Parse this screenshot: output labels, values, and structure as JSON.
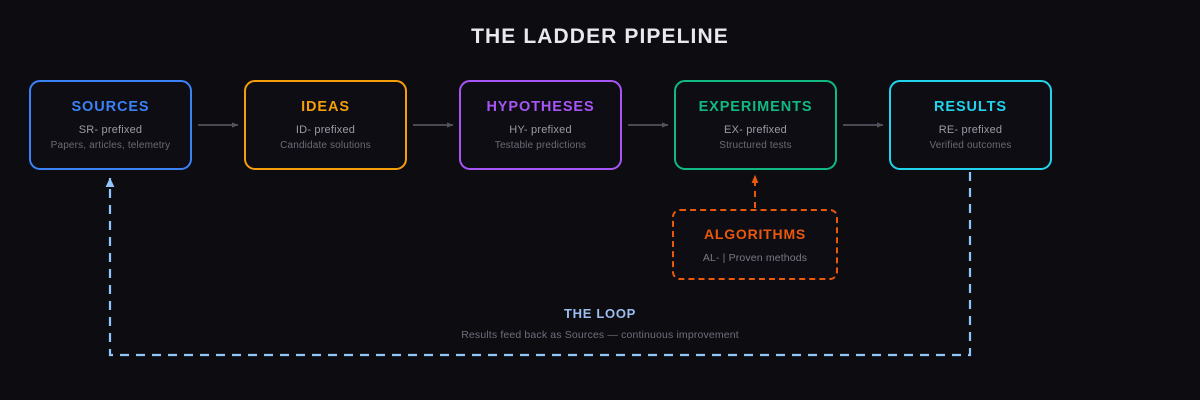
{
  "header": {
    "title": "THE LADDER PIPELINE"
  },
  "colors": {
    "background": "#0c0c11",
    "title": "#e8e8ef",
    "arrow": "#52525e",
    "loop_line": "#93c5fd",
    "algo_line": "#ea580c"
  },
  "pipeline": {
    "stages": [
      {
        "name": "SOURCES",
        "prefix": "SR- prefixed",
        "desc": "Papers, articles, telemetry",
        "color": "#3b82f6"
      },
      {
        "name": "IDEAS",
        "prefix": "ID- prefixed",
        "desc": "Candidate solutions",
        "color": "#f59e0b"
      },
      {
        "name": "HYPOTHESES",
        "prefix": "HY- prefixed",
        "desc": "Testable predictions",
        "color": "#a855f7"
      },
      {
        "name": "EXPERIMENTS",
        "prefix": "EX- prefixed",
        "desc": "Structured tests",
        "color": "#10b981"
      },
      {
        "name": "RESULTS",
        "prefix": "RE- prefixed",
        "desc": "Verified outcomes",
        "color": "#22d3ee"
      }
    ]
  },
  "algorithms": {
    "title": "ALGORITHMS",
    "desc": "AL- | Proven methods"
  },
  "loop": {
    "title": "THE LOOP",
    "subtitle": "Results feed back as Sources — continuous improvement"
  }
}
